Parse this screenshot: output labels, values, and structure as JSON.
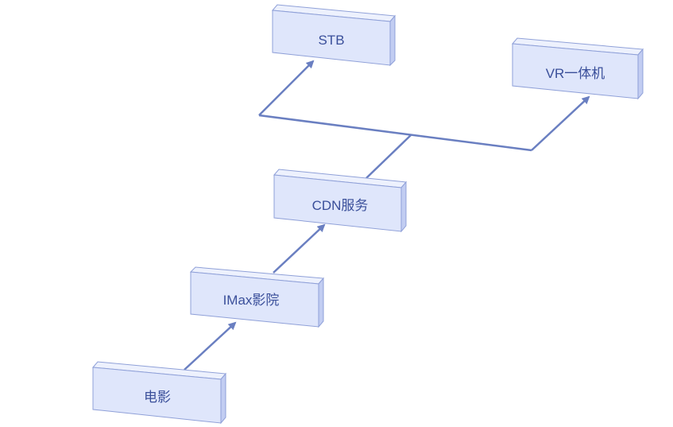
{
  "nodes": [
    {
      "id": "stb",
      "label": "STB"
    },
    {
      "id": "vr",
      "label": "VR一体机"
    },
    {
      "id": "cdn",
      "label": "CDN服务"
    },
    {
      "id": "imax",
      "label": "IMax影院"
    },
    {
      "id": "movie",
      "label": "电影"
    }
  ],
  "edges": [
    {
      "from": "movie",
      "to": "imax"
    },
    {
      "from": "imax",
      "to": "cdn"
    },
    {
      "from": "cdn",
      "to": "stb"
    },
    {
      "from": "cdn",
      "to": "vr"
    }
  ],
  "colors": {
    "box_face": "#dfe6fb",
    "box_top": "#edf1fd",
    "box_side": "#c2cdf2",
    "box_stroke": "#8fa0d8",
    "line": "#6a7fc1",
    "label": "#3a4f9a"
  }
}
